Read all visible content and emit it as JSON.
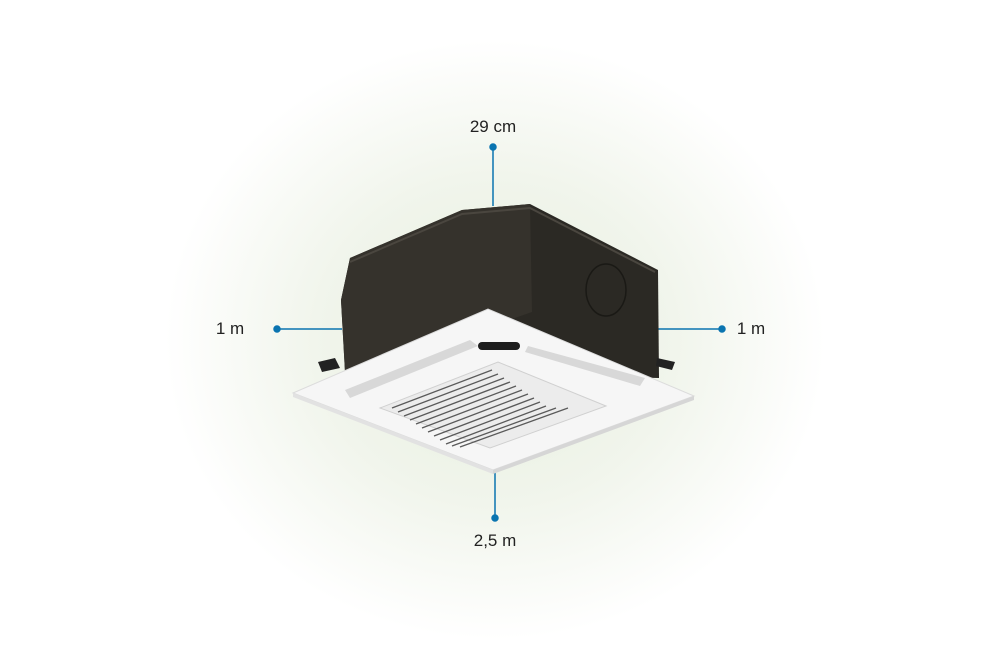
{
  "dimensions": {
    "height": "29 cm",
    "left_clearance": "1 m",
    "right_clearance": "1 m",
    "floor_clearance": "2,5 m"
  },
  "colors": {
    "accent": "#0a74b0",
    "unit_body": "#2a2823",
    "panel": "#f7f7f7"
  }
}
